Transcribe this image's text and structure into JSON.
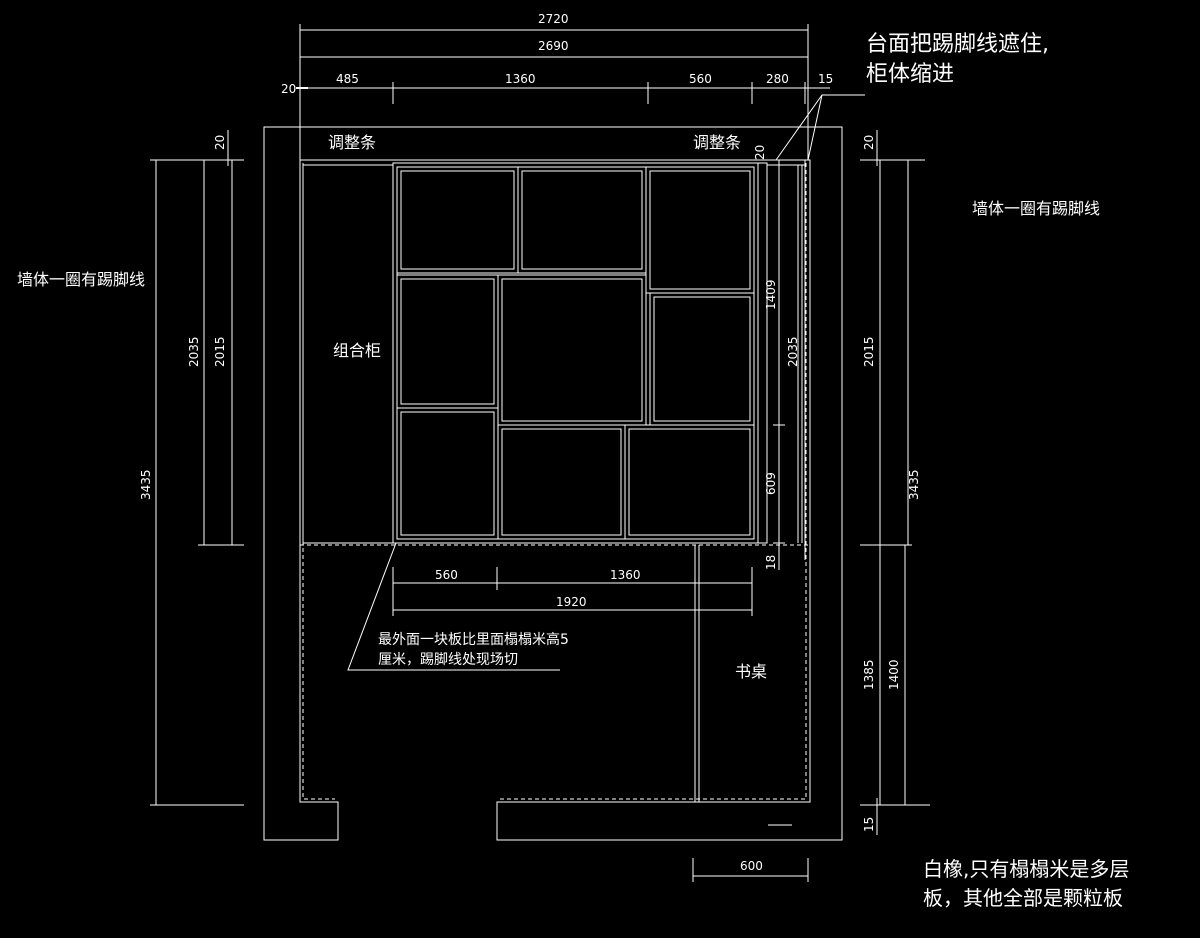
{
  "dimensions": {
    "top": {
      "total_outer": "2720",
      "total_inner": "2690",
      "seg_20": "20",
      "seg_485": "485",
      "seg_1360": "1360",
      "seg_560": "560",
      "seg_280": "280",
      "seg_15": "15"
    },
    "left": {
      "top_20": "20",
      "total_3435": "3435",
      "cab_2035": "2035",
      "cab_2015": "2015"
    },
    "right_inner": {
      "top_20": "20",
      "upper_1409": "1409",
      "total_2035": "2035",
      "lower_609": "609",
      "base_18": "18"
    },
    "right_outer": {
      "top_20": "20",
      "h_2015": "2015",
      "total_3435": "3435",
      "h_1385": "1385",
      "h_1400": "1400",
      "bottom_15": "15"
    },
    "bottom": {
      "seg_560": "560",
      "seg_1360": "1360",
      "total_1920": "1920",
      "door_600": "600"
    }
  },
  "labels": {
    "adjust_strip_left": "调整条",
    "adjust_strip_right": "调整条",
    "combo_cabinet": "组合柜",
    "desk": "书桌"
  },
  "notes": {
    "countertop": [
      "台面把踢脚线遮住,",
      "柜体缩进"
    ],
    "wall_skirting_left": "墙体一圈有踢脚线",
    "wall_skirting_right": "墙体一圈有踢脚线",
    "outer_board": [
      "最外面一块板比里面榻榻米高5",
      "厘米，踢脚线处现场切"
    ],
    "material": [
      "白橡,只有榻榻米是多层",
      "板，其他全部是颗粒板"
    ]
  }
}
